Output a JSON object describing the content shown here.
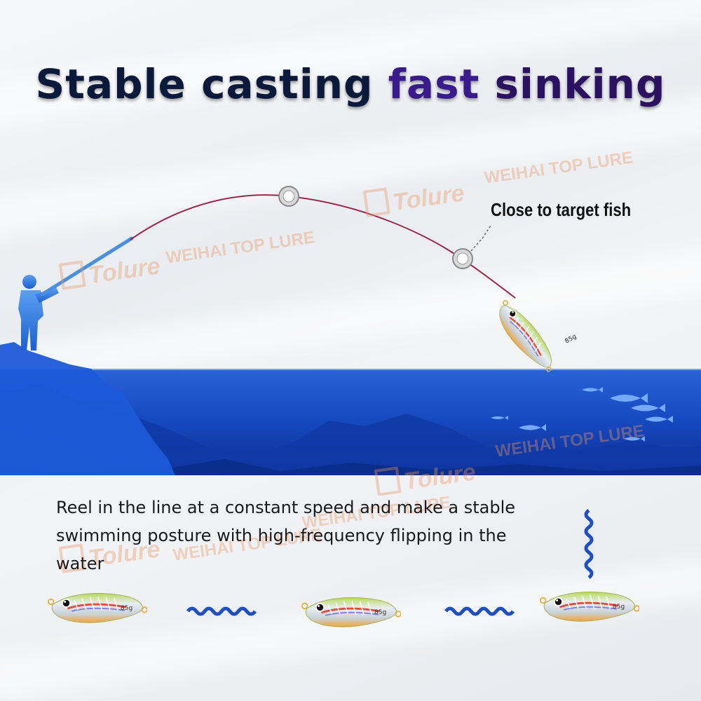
{
  "headline": {
    "part1": "Stable casting ",
    "part2": "fast",
    "part3": " sinking"
  },
  "callout": "Close to target fish",
  "description": "Reel in the line at a constant speed and make a stable swimming posture with high-frequency flipping in the water",
  "lure_weight_label": "85g",
  "watermark": {
    "brand": "Tolure",
    "company": "WEIHAI TOP LURE"
  },
  "colors": {
    "headline_dark": "#0b1a3a",
    "headline_purple": "#3a1b8c",
    "water_blue": "#1c4fc4",
    "line_red": "#9a2a4a",
    "lure_green": "#b8d85a",
    "lure_orange": "#f29a2e"
  }
}
